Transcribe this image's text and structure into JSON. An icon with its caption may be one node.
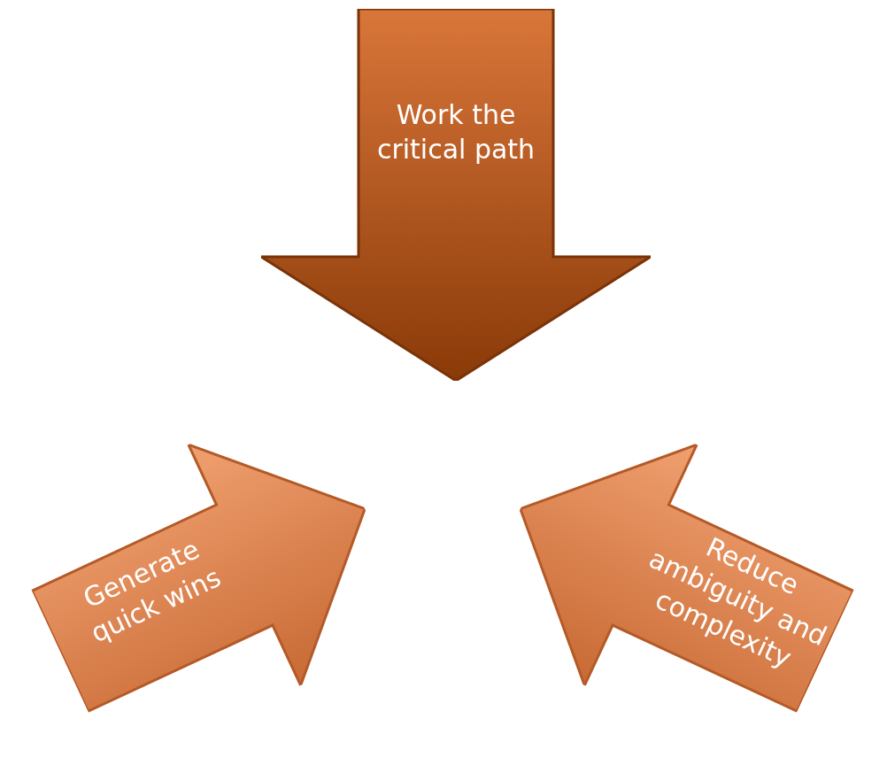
{
  "diagram": {
    "nodes": [
      {
        "text": [
          "Work the critical path"
        ]
      },
      {
        "text": [
          "Generate quick wins"
        ]
      },
      {
        "text": [
          "Reduce ambiguity and complexity"
        ]
      }
    ]
  }
}
